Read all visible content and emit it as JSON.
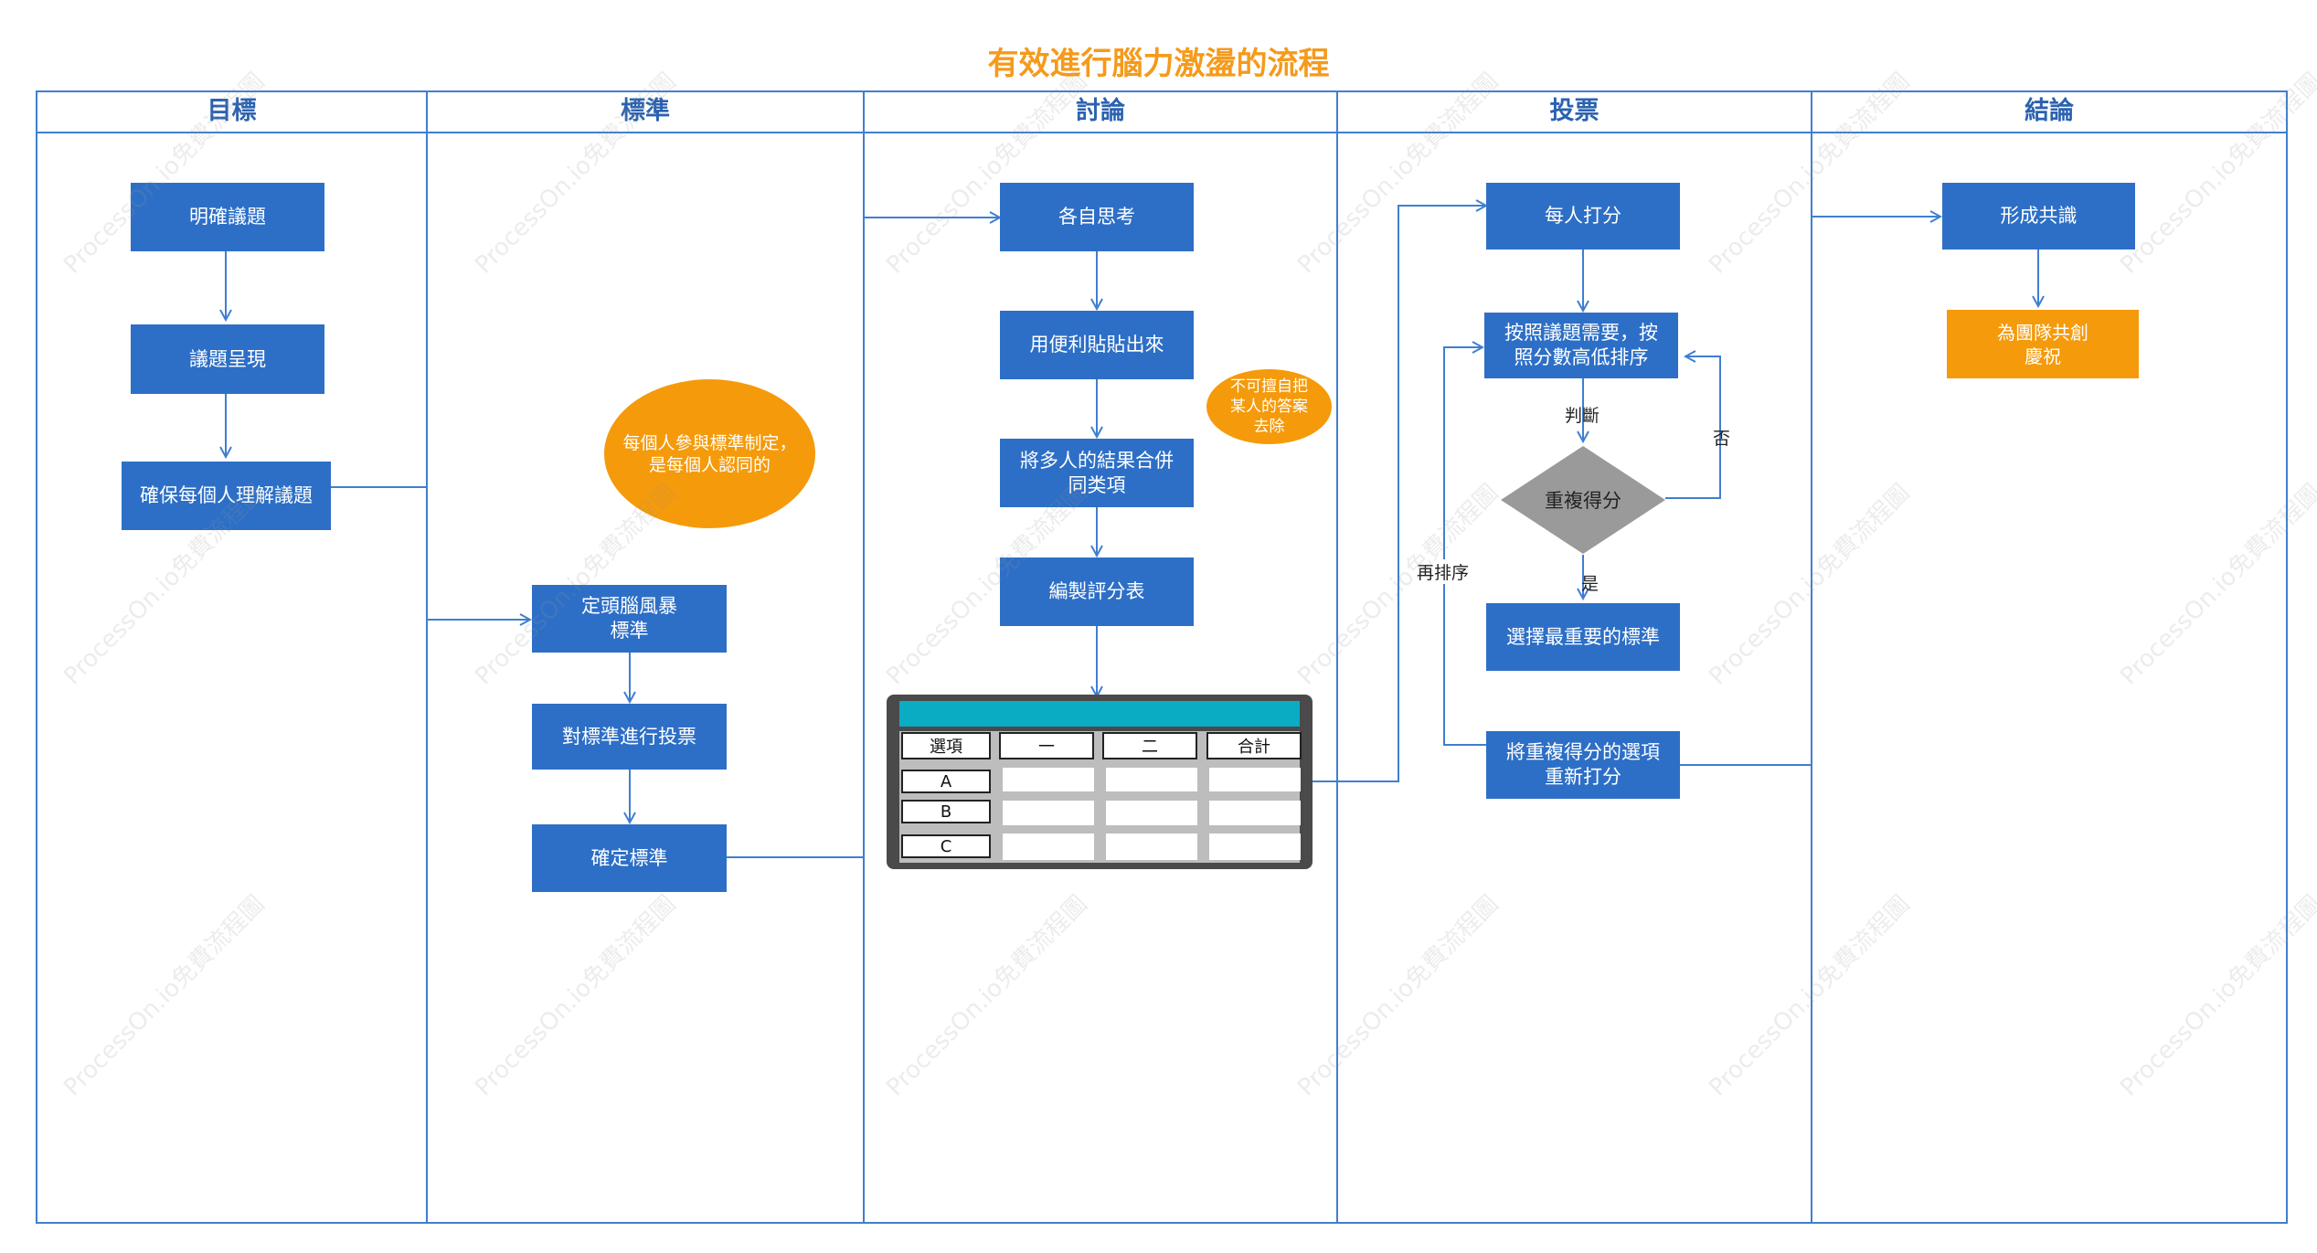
{
  "title": "有效進行腦力激盪的流程",
  "lanes": [
    "目標",
    "標準",
    "討論",
    "投票",
    "結論"
  ],
  "nodes": {
    "goal_1": "明確議題",
    "goal_2": "議題呈現",
    "goal_3": "確保每個人理解議題",
    "std_note": "每個人參與標準制定，\n是每個人認同的",
    "std_1": "定頭腦風暴\n標準",
    "std_2": "對標準進行投票",
    "std_3": "確定標準",
    "disc_1": "各自思考",
    "disc_2": "用便利貼貼出來",
    "disc_note": "不可擅自把\n某人的答案\n去除",
    "disc_3": "將多人的結果合併\n同类項",
    "disc_4": "編製評分表",
    "vote_1": "每人打分",
    "vote_2": "按照議題需要，按\n照分數高低排序",
    "vote_decision": "重複得分",
    "vote_3": "選擇最重要的標準",
    "vote_4": "將重複得分的選項\n重新打分",
    "concl_1": "形成共識",
    "concl_2": "為團隊共創\n慶祝"
  },
  "edge_labels": {
    "judge": "判斷",
    "no": "否",
    "yes": "是",
    "resort": "再排序"
  },
  "table": {
    "headers": [
      "選項",
      "一",
      "二",
      "合計"
    ],
    "rows": [
      "A",
      "B",
      "C"
    ]
  },
  "watermark": "ProcessOn.io免費流程圖",
  "colors": {
    "accent_title": "#f59a1b",
    "process_box": "#2d6fc6",
    "note": "#f59a0a",
    "decision": "#9a9a9a",
    "line": "#3f7fd0",
    "table_header": "#0aacc4"
  }
}
